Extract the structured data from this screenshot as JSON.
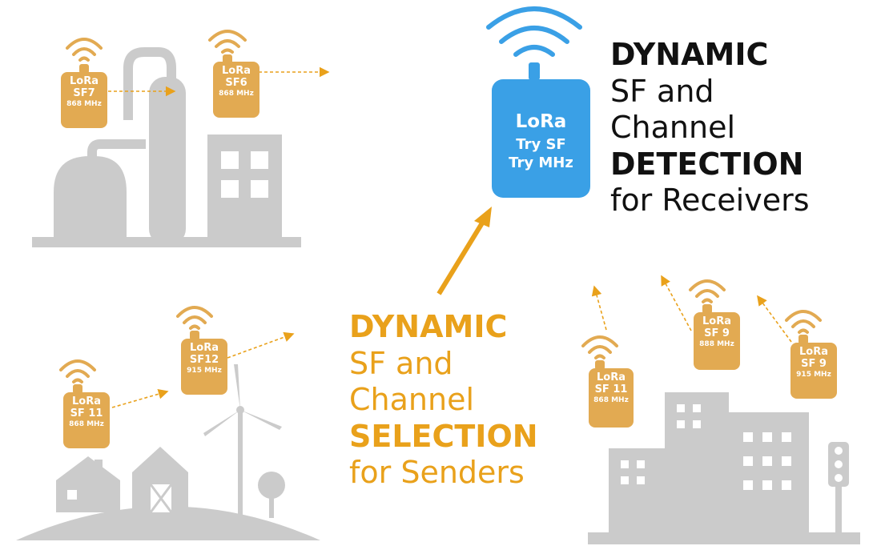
{
  "colors": {
    "accent": "#e9a11b",
    "node": "#e2aa52",
    "hub": "#3aa0e6",
    "silhouette": "#cbcbcb",
    "dark_text": "#111111"
  },
  "receivers": {
    "hub": {
      "line1": "LoRa",
      "line2": "Try SF",
      "line3": "Try MHz"
    },
    "title": {
      "w1": "DYNAMIC",
      "w2": "SF and",
      "w3": "Channel",
      "w4": "DETECTION",
      "w5": "for Receivers"
    }
  },
  "senders": {
    "title": {
      "w1": "DYNAMIC",
      "w2": "SF and",
      "w3": "Channel",
      "w4": "SELECTION",
      "w5": "for Senders"
    }
  },
  "nodes": {
    "factory_left": {
      "l1": "LoRa",
      "l2": "SF7",
      "l3": "868 MHz"
    },
    "factory_right": {
      "l1": "LoRa",
      "l2": "SF6",
      "l3": "868 MHz"
    },
    "farm_left": {
      "l1": "LoRa",
      "l2": "SF 11",
      "l3": "868 MHz"
    },
    "farm_right": {
      "l1": "LoRa",
      "l2": "SF12",
      "l3": "915 MHz"
    },
    "city_left": {
      "l1": "LoRa",
      "l2": "SF 11",
      "l3": "868 MHz"
    },
    "city_mid": {
      "l1": "LoRa",
      "l2": "SF 9",
      "l3": "888 MHz"
    },
    "city_right": {
      "l1": "LoRa",
      "l2": "SF 9",
      "l3": "915 MHz"
    }
  }
}
